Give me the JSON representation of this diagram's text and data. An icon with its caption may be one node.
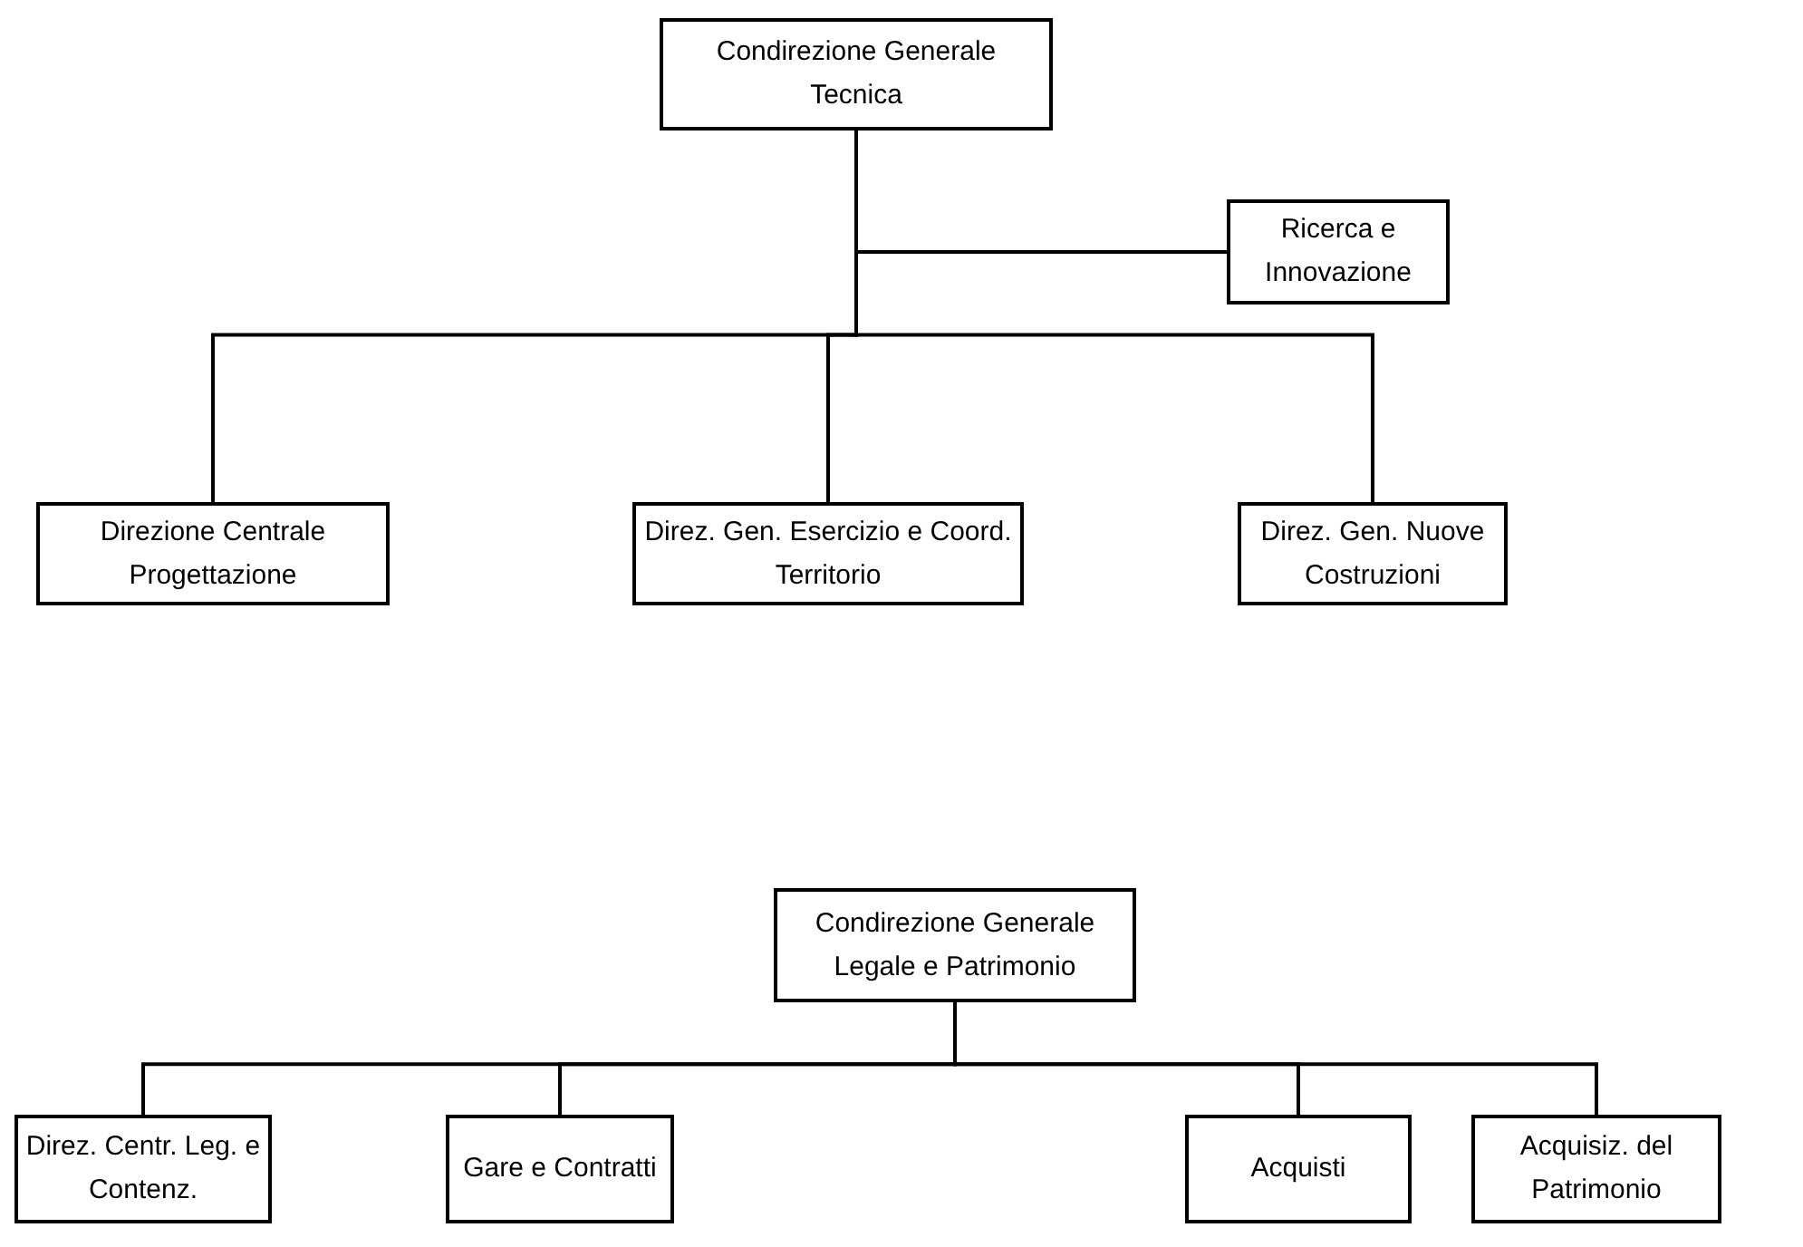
{
  "diagram": {
    "nodes": [
      {
        "text": [
          "Condirezione Generale Tecnica"
        ]
      },
      {
        "text": [
          "Ricerca e Innovazione"
        ]
      },
      {
        "text": [
          "Direzione Centrale Progettazione"
        ]
      },
      {
        "text": [
          "Direz. Gen. Esercizio e Coord. Territorio"
        ]
      },
      {
        "text": [
          "Direz. Gen. Nuove Costruzioni"
        ]
      },
      {
        "text": [
          "Condirezione Generale Legale e Patrimonio"
        ]
      },
      {
        "text": [
          "Direz. Centr. Leg. e Contenz."
        ]
      },
      {
        "text": [
          "Gare e Contratti"
        ]
      },
      {
        "text": [
          "Acquisti"
        ]
      },
      {
        "text": [
          "Acquisiz. del Patrimonio"
        ]
      }
    ],
    "edges": [
      {
        "from": 0,
        "to": 1,
        "arrow": "none"
      },
      {
        "from": 0,
        "to": 2,
        "arrow": "none"
      },
      {
        "from": 0,
        "to": 3,
        "arrow": "none"
      },
      {
        "from": 0,
        "to": 4,
        "arrow": "none"
      },
      {
        "from": 5,
        "to": 6,
        "arrow": "none"
      },
      {
        "from": 5,
        "to": 7,
        "arrow": "none"
      },
      {
        "from": 5,
        "to": 8,
        "arrow": "none"
      },
      {
        "from": 5,
        "to": 9,
        "arrow": "none"
      }
    ]
  }
}
